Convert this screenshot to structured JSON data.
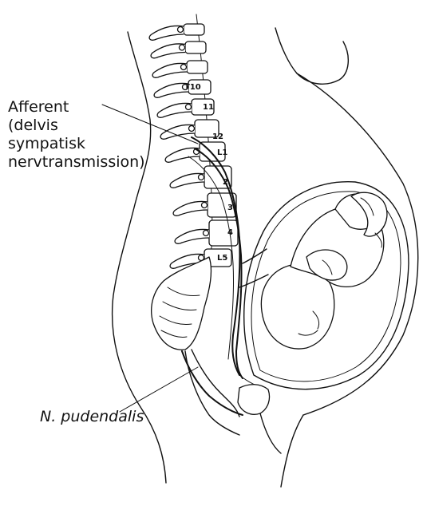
{
  "labels": {
    "afferent": [
      "Afferent",
      "(delvis",
      "sympatisk",
      "nervtransmission)"
    ],
    "pudendal": "N. pudendalis"
  },
  "vertebrae": [
    "T10",
    "11",
    "12",
    "L1",
    "2",
    "3",
    "4",
    "L5"
  ],
  "colors": {
    "ink": "#111111",
    "background": "#ffffff"
  }
}
